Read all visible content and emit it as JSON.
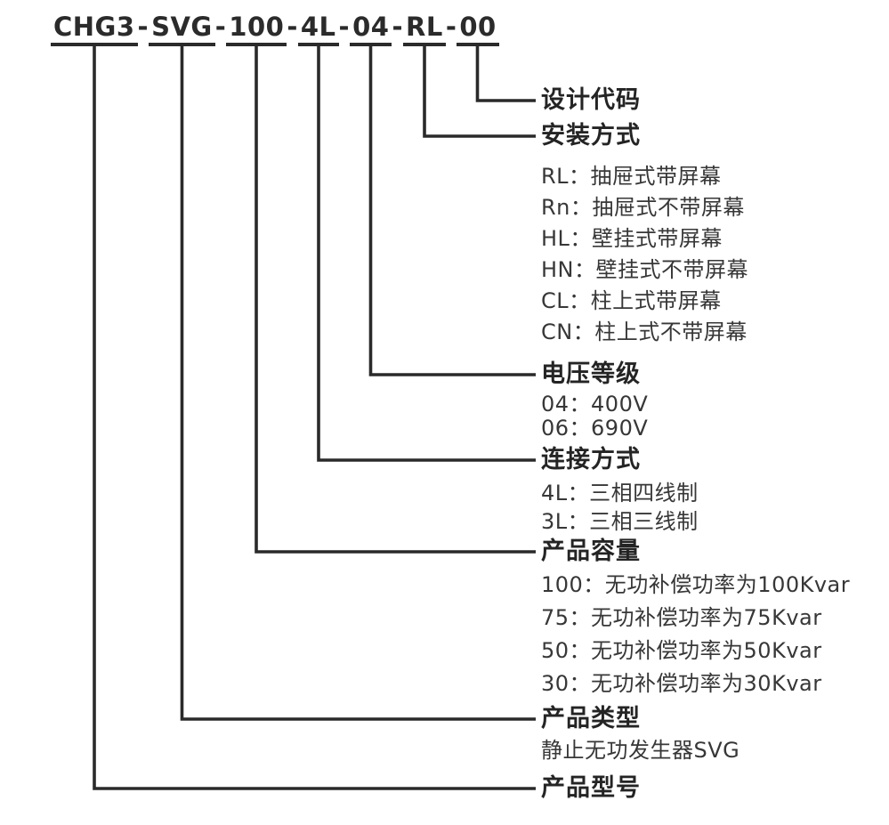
{
  "diagram": {
    "model_code": {
      "full": "CHG3-SVG-100-4L-04-RL-00",
      "segments": [
        "CHG3",
        "SVG",
        "100",
        "4L",
        "04",
        "RL",
        "00"
      ],
      "separator": "-"
    },
    "sections": [
      {
        "id": "design-code",
        "segment": "00",
        "heading": "设计代码",
        "options": []
      },
      {
        "id": "mounting",
        "segment": "RL",
        "heading": "安装方式",
        "options": [
          "RL：抽屉式带屏幕",
          "Rn：抽屉式不带屏幕",
          "HL：壁挂式带屏幕",
          "HN：壁挂式不带屏幕",
          "CL：柱上式带屏幕",
          "CN：柱上式不带屏幕"
        ]
      },
      {
        "id": "voltage",
        "segment": "04",
        "heading": "电压等级",
        "options": [
          "04：400V",
          "06：690V"
        ]
      },
      {
        "id": "connection",
        "segment": "4L",
        "heading": "连接方式",
        "options": [
          "4L：三相四线制",
          "3L：三相三线制"
        ]
      },
      {
        "id": "capacity",
        "segment": "100",
        "heading": "产品容量",
        "options": [
          "100：无功补偿功率为100Kvar",
          "75：无功补偿功率为75Kvar",
          "50：无功补偿功率为50Kvar",
          "30：无功补偿功率为30Kvar"
        ]
      },
      {
        "id": "product-type",
        "segment": "SVG",
        "heading": "产品类型",
        "options": [
          "静止无功发生器SVG"
        ]
      },
      {
        "id": "product-model",
        "segment": "CHG3",
        "heading": "产品型号",
        "options": []
      }
    ],
    "colors": {
      "line": "#2a2a2a",
      "text": "#2b2b2b",
      "background": "#ffffff"
    }
  }
}
